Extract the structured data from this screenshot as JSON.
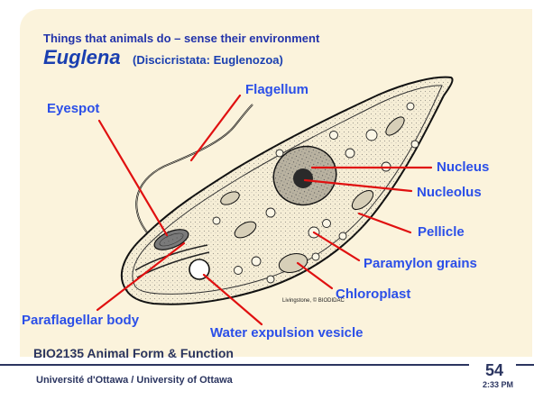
{
  "header": {
    "subtitle": "Things that animals do – sense their environment",
    "genus": "Euglena",
    "taxon": "(Discicristata: Euglenozoa)"
  },
  "labels": {
    "flagellum": "Flagellum",
    "eyespot": "Eyespot",
    "nucleus": "Nucleus",
    "nucleolus": "Nucleolus",
    "pellicle": "Pellicle",
    "paramylon": "Paramylon grains",
    "chloroplast": "Chloroplast",
    "paraflagellar": "Paraflagellar body",
    "vesicle": "Water expulsion vesicle"
  },
  "credit": "Livingstone, © BIODIDAC",
  "footer": {
    "course": "BIO2135 Animal Form & Function",
    "university": "Université d'Ottawa / University of Ottawa",
    "page": "54",
    "time": "2:33 PM"
  },
  "colors": {
    "label": "#2b4fe8",
    "leader": "#e01010",
    "background": "#fbf3dc",
    "title": "#1a3fb0",
    "footer": "#2b3560"
  }
}
